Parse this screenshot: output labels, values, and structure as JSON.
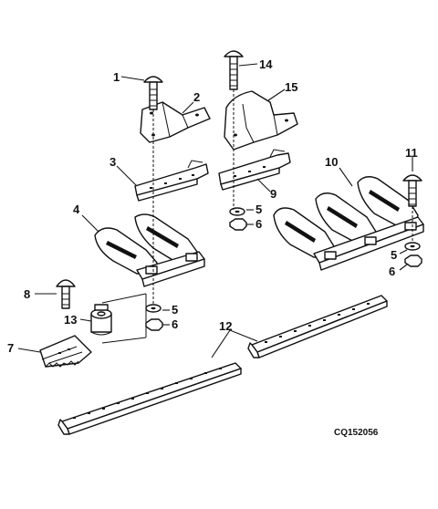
{
  "figure_code": "CQ152056",
  "callouts": [
    {
      "id": "c1",
      "label": "1"
    },
    {
      "id": "c2",
      "label": "2"
    },
    {
      "id": "c3",
      "label": "3"
    },
    {
      "id": "c4",
      "label": "4"
    },
    {
      "id": "c5a",
      "label": "5"
    },
    {
      "id": "c5b",
      "label": "5"
    },
    {
      "id": "c5c",
      "label": "5"
    },
    {
      "id": "c6a",
      "label": "6"
    },
    {
      "id": "c6b",
      "label": "6"
    },
    {
      "id": "c6c",
      "label": "6"
    },
    {
      "id": "c7",
      "label": "7"
    },
    {
      "id": "c8",
      "label": "8"
    },
    {
      "id": "c9",
      "label": "9"
    },
    {
      "id": "c10",
      "label": "10"
    },
    {
      "id": "c11",
      "label": "11"
    },
    {
      "id": "c12",
      "label": "12"
    },
    {
      "id": "c13",
      "label": "13"
    },
    {
      "id": "c14",
      "label": "14"
    },
    {
      "id": "c15",
      "label": "15"
    }
  ]
}
